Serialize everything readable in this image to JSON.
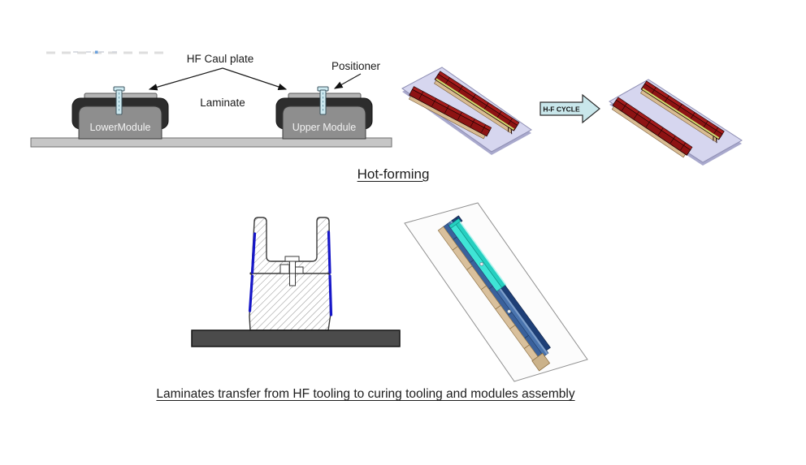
{
  "colors": {
    "maroon": "#8d1313",
    "maroon_top": "#a51c1c",
    "tan": "#d9bc92",
    "green_line": "#cdda70",
    "lavender": "#d6d6ef",
    "lavender_edge": "#a9a9cd",
    "arrow_fill": "#c9e7eb",
    "module_body": "#8e8e8e",
    "module_band": "#2d2d2d",
    "caul_plate": "#b4b4b4",
    "base_plate": "#c6c6c6",
    "pin": "#cde9f0",
    "laminate_blue": "#1717c8",
    "tool_base_bar": "#4b4b4b",
    "curing_plate": "#fcfcfc",
    "curing_tan": "#d9c09c",
    "curing_blue": "#4a74ae",
    "curing_navy": "#1e3f77",
    "curing_cyan": "#3fe4d6"
  },
  "hot_forming": {
    "caption": "Hot-forming",
    "labels": {
      "caul_plate": "HF Caul plate",
      "positioner": "Positioner",
      "laminate": "Laminate",
      "lower_module": "LowerModule",
      "upper_module": "Upper Module"
    },
    "cycle_arrow_label": "H-F CYCLE"
  },
  "transfer": {
    "caption": "Laminates transfer from HF tooling to curing tooling and modules assembly"
  }
}
